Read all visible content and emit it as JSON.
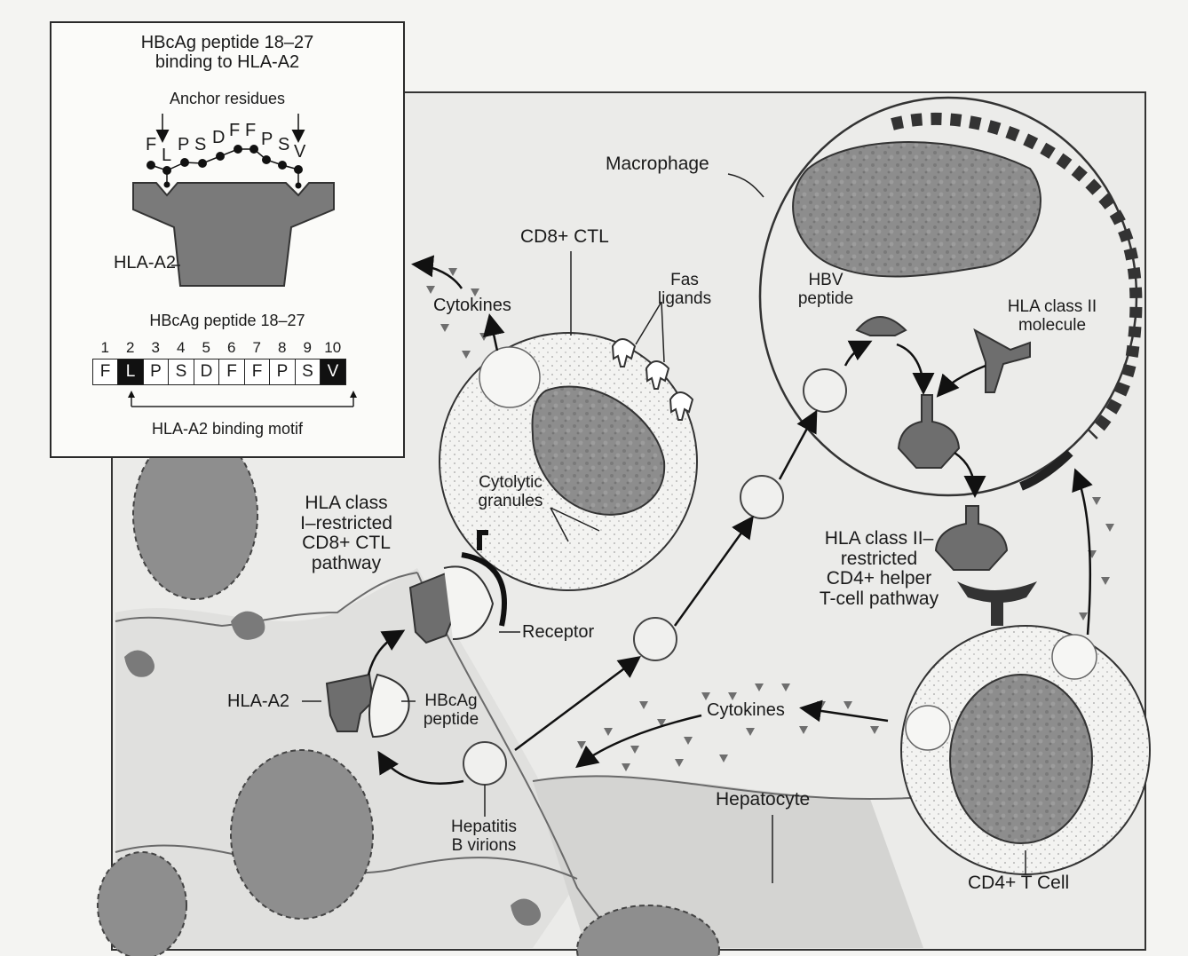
{
  "inset": {
    "title": "HBcAg peptide 18–27\nbinding to HLA-A2",
    "anchor_label": "Anchor residues",
    "peptide_letters": [
      "F",
      "L",
      "P",
      "S",
      "D",
      "F",
      "F",
      "P",
      "S",
      "V"
    ],
    "hla_label": "HLA-A2",
    "sequence_title": "HBcAg peptide 18–27",
    "positions": [
      "1",
      "2",
      "3",
      "4",
      "5",
      "6",
      "7",
      "8",
      "9",
      "10"
    ],
    "sequence": [
      "F",
      "L",
      "P",
      "S",
      "D",
      "F",
      "F",
      "P",
      "S",
      "V"
    ],
    "anchor_positions": [
      2,
      10
    ],
    "motif_label": "HLA-A2 binding motif"
  },
  "labels": {
    "macrophage": "Macrophage",
    "cd8_ctl": "CD8+ CTL",
    "fas_ligands": "Fas\nligands",
    "cytokines_top": "Cytokines",
    "hbv_peptide": "HBV\npeptide",
    "hla_class_ii_molecule": "HLA class II\nmolecule",
    "cytolytic_granules": "Cytolytic\ngranules",
    "class_i_pathway": "HLA class\nI–restricted\nCD8+ CTL\npathway",
    "class_ii_pathway": "HLA class II–\nrestricted\nCD4+ helper\nT-cell pathway",
    "receptor": "Receptor",
    "hla_a2": "HLA-A2",
    "hbcag_peptide": "HBcAg\npeptide",
    "cytokines_bottom": "Cytokines",
    "hepatitis_b_virions": "Hepatitis\nB virions",
    "hepatocyte": "Hepatocyte",
    "cd4_t_cell": "CD4+ T Cell"
  },
  "colors": {
    "ink": "#1a1a1a",
    "protein": "#6e6e6e",
    "nucleus": "#8a8a8a",
    "cell": "#ececea",
    "tissue": "#dcdcda"
  }
}
